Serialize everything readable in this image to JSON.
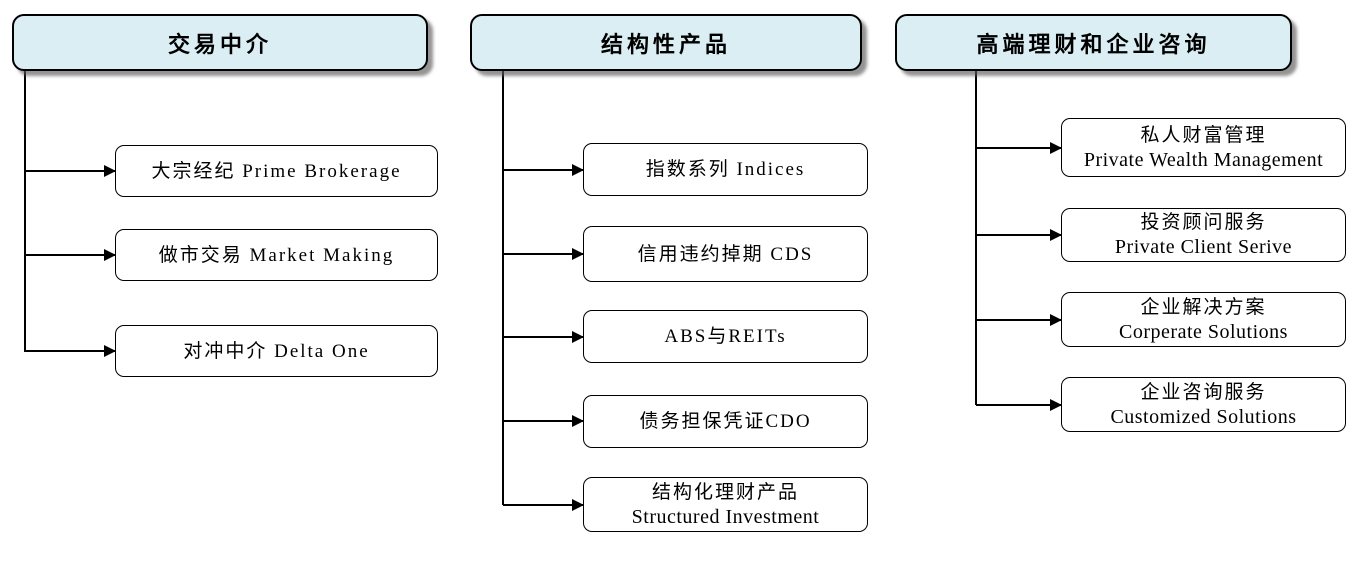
{
  "diagram": {
    "title": "business-lines-org-chart",
    "colors": {
      "header_fill": "#daeef3",
      "node_fill": "#ffffff",
      "border": "#000000",
      "shadow": "#5a5a5a"
    },
    "columns": [
      {
        "header": "交易中介",
        "items": [
          {
            "line1": "大宗经纪 Prime Brokerage"
          },
          {
            "line1": "做市交易 Market Making"
          },
          {
            "line1": "对冲中介 Delta One"
          }
        ]
      },
      {
        "header": "结构性产品",
        "items": [
          {
            "line1": "指数系列 Indices"
          },
          {
            "line1": "信用违约掉期 CDS"
          },
          {
            "line1": "ABS与REITs"
          },
          {
            "line1": "债务担保凭证CDO"
          },
          {
            "line1": "结构化理财产品",
            "line2": "Structured Investment"
          }
        ]
      },
      {
        "header": "高端理财和企业咨询",
        "items": [
          {
            "line1": "私人财富管理",
            "line2": "Private Wealth Management"
          },
          {
            "line1": "投资顾问服务",
            "line2": "Private Client Serive"
          },
          {
            "line1": "企业解决方案",
            "line2": "Corperate Solutions"
          },
          {
            "line1": "企业咨询服务",
            "line2": "Customized Solutions"
          }
        ]
      }
    ]
  }
}
